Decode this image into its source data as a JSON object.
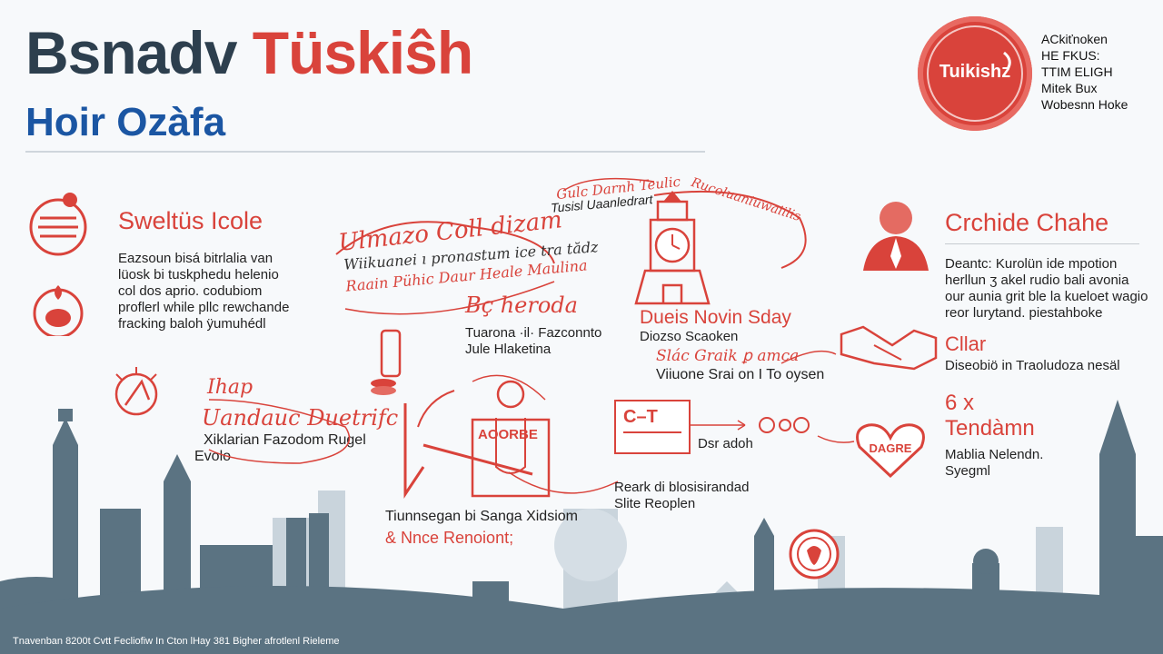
{
  "header": {
    "title_part1": "Bsnadv",
    "title_part2": "Tüskiŝh",
    "subtitle": "Hoir Ozàfa"
  },
  "badge": {
    "logo_text": "Tuikishz",
    "lines": [
      "ACkiťnoken",
      "HE FKUS:",
      "TTIM ELIGH",
      "Mitek Bux",
      "Wobesnn Hoke"
    ]
  },
  "left_section": {
    "heading": "Sweltüs Icole",
    "text": [
      "Eazsoun bisá bitrlalia van",
      "lüosk bi tuskphedu helenio",
      "col dos aprio. codubiom",
      "proflerl while pllc rewchande",
      "fracking baloh ÿumuhédl"
    ]
  },
  "left_bottom": {
    "script1": "Ihap",
    "script2": "Uandauc Duetrifc",
    "text": [
      "Xiklarian Fazodom Rugel",
      "Evolo"
    ]
  },
  "center_top": {
    "script_big": "Ulmazo Coll dizam",
    "script_line2": "Wiikuanei ı pronastum ice tra tădz",
    "script_line3": "Raain Pühic Daur Heale Maulina",
    "top_small1": "Gulc Darnh Teulic",
    "top_small2": "Tusisl Uaanledrart",
    "top_small3": "Rucoluaniuwaiilis"
  },
  "center_mid": {
    "script": "Bç heroda",
    "text": [
      "Tuarona ·il· Fazconnto",
      "Jule Hlaketina"
    ]
  },
  "clock_block": {
    "title": "Dueis Novin Sday",
    "sub": "Diozso Scaoken",
    "script": "Slác Graik ꝑ amca",
    "text": "Viiuone Srai on I To oysen"
  },
  "bottom_center": {
    "box_label": "AOORBE",
    "caption1": "Tiunnsegan bi Sanga Xidsiom",
    "caption2": "& Nnce Renoiont;"
  },
  "doc_block": {
    "doc_label": "C–T",
    "side_label": "Dsr adoh",
    "caption1": "Reark di blosisirandad",
    "caption2": "Slite Reoplen"
  },
  "right_section": {
    "heading": "Crchide Chahe",
    "text": [
      "Deantc: Kurolün ide mpotion",
      "herllun ʒ akel rudio bali avonia",
      "our aunia grit ble la kueloet wagio",
      "reor lurytand. piestahboke"
    ],
    "sub_heading": "Cllar",
    "sub_text": "Diseobiö in Traoludoza nesäl",
    "big_heading_1": "6 x",
    "big_heading_2": "Tendàmn",
    "bottom_text": [
      "Mablia Nelendn.",
      "Syegml"
    ],
    "heart_label": "DAGRE"
  },
  "footer": {
    "text": "Tnavenban 8200t Cvtt Fecliofiw In Cton lHay 381 Bigher afrotlenl Rieleme"
  },
  "colors": {
    "accent_red": "#d9433b",
    "title_dark": "#2d3f4e",
    "subtitle_blue": "#1b56a3",
    "skyline": "#5b7382"
  }
}
